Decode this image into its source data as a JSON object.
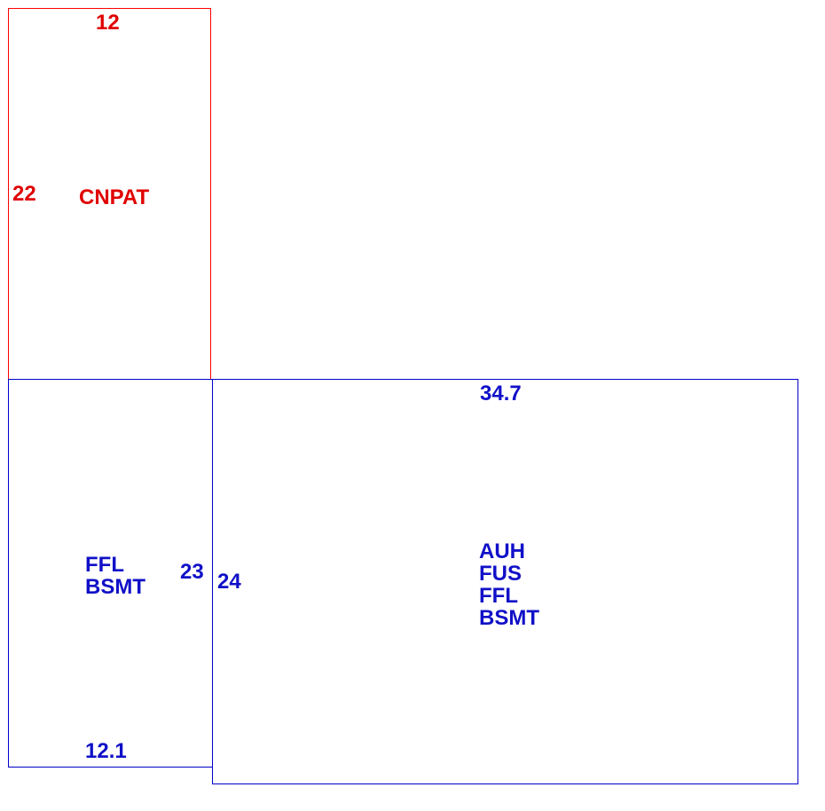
{
  "colors": {
    "patio": "#ff0000",
    "house": "#0000cc"
  },
  "patio": {
    "top_dimension": "12",
    "left_dimension": "22",
    "code": "CNPAT"
  },
  "left_section": {
    "codes": [
      "FFL",
      "BSMT"
    ],
    "right_dimension": "23",
    "bottom_dimension": "12.1"
  },
  "main_section": {
    "top_dimension": "34.7",
    "left_dimension": "24",
    "codes": [
      "AUH",
      "FUS",
      "FFL",
      "BSMT"
    ]
  }
}
